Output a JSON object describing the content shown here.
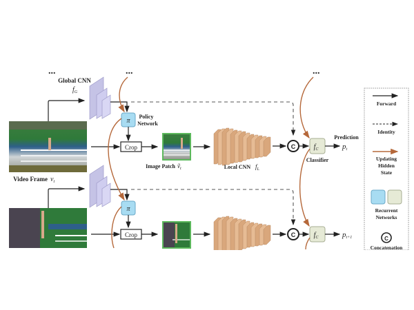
{
  "diagram": {
    "ellipsis": "...",
    "global_cnn": {
      "label": "Global CNN",
      "symbol": "f",
      "subscript": "G"
    },
    "policy_network": {
      "label_line1": "Policy",
      "label_line2": "Network",
      "symbol": "π"
    },
    "crop": {
      "label": "Crop"
    },
    "image_patch": {
      "label": "Image Patch",
      "symbol": "ṽ",
      "subscript": "t"
    },
    "local_cnn": {
      "label": "Local CNN",
      "symbol": "f",
      "subscript": "L"
    },
    "concat_symbol": "C",
    "classifier": {
      "label": "Classifier",
      "symbol": "f",
      "subscript": "C"
    },
    "prediction": {
      "label": "Prediction",
      "symbol_t": "p",
      "sub_t": "t",
      "symbol_t1": "p",
      "sub_t1": "t+1"
    },
    "video_frame": {
      "label": "Video Frame",
      "symbol": "v",
      "subscript": "t"
    }
  },
  "legend": {
    "items": [
      {
        "label": "Forward",
        "kind": "solid-arrow"
      },
      {
        "label": "Identity",
        "kind": "dashed-arrow"
      },
      {
        "label_lines": [
          "Updating",
          "Hidden",
          "State"
        ],
        "kind": "brown-arrow"
      },
      {
        "label_lines": [
          "Recurrent",
          "Networks"
        ],
        "kind": "color-swatches"
      },
      {
        "label": "Concatenation",
        "kind": "concat-circle"
      }
    ]
  },
  "colors": {
    "arrow": "#222222",
    "hidden_state": "#b5683a",
    "policy_fill": "#a8dcf2",
    "policy_stroke": "#6aa9c8",
    "classifier_fill": "#e6ead6",
    "classifier_stroke": "#a7ad93",
    "global_cnn": "#c5c3e6",
    "local_cnn": "#e6bb94",
    "patch_border": "#5cb85c"
  }
}
